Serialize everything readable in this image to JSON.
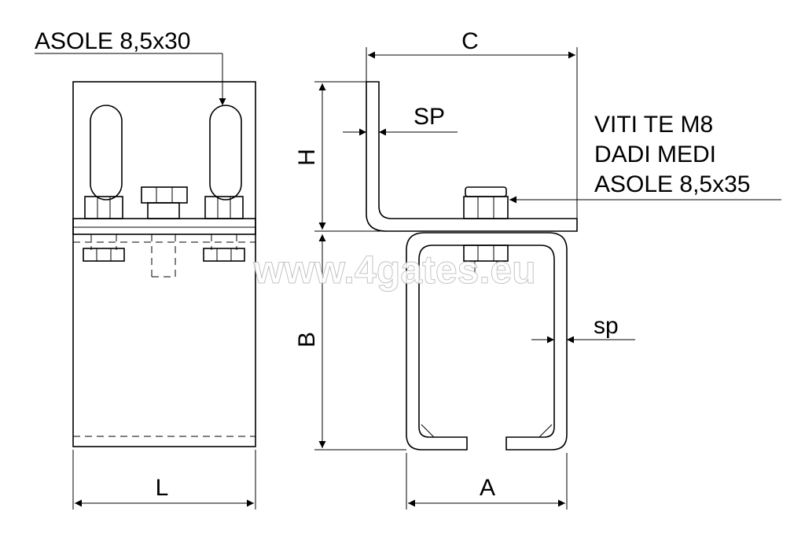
{
  "labels": {
    "slot_left": "ASOLE 8,5x30",
    "c": "C",
    "sp_upper": "SP",
    "h": "H",
    "b": "B",
    "fasteners_line1": "VITI TE M8",
    "fasteners_line2": "DADI MEDI",
    "fasteners_line3": "ASOLE 8,5x35",
    "sp_lower": "sp",
    "l": "L",
    "a": "A"
  },
  "watermark": "www.4gates.eu",
  "colors": {
    "line": "#000000",
    "background": "#ffffff",
    "watermark": "#ffffff"
  }
}
